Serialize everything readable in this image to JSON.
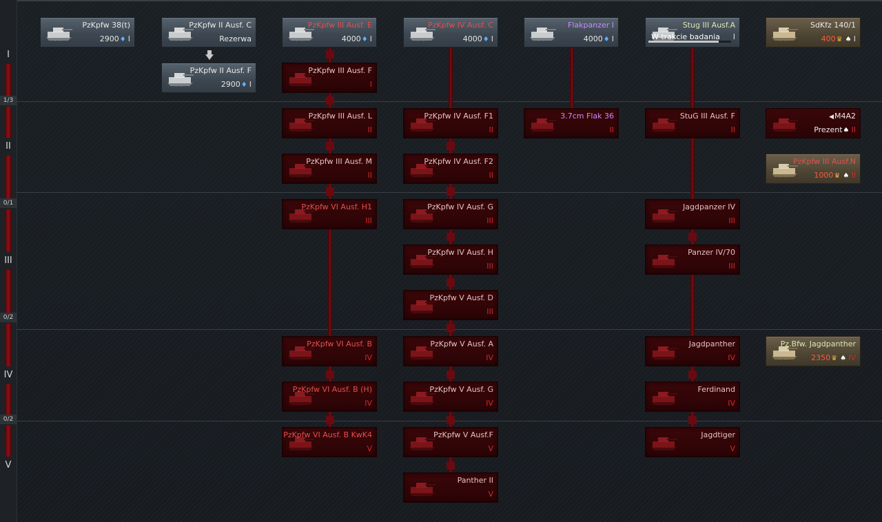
{
  "colors": {
    "researched": "#3e4852",
    "locked": "#2a0406",
    "premium": "#4d4433",
    "connector": "#7a0c12",
    "rank_red": "#d02a2a",
    "cost_red": "#ff5a3c"
  },
  "ranks": [
    {
      "label": "I",
      "count": ""
    },
    {
      "label": "II",
      "count": "1/3"
    },
    {
      "label": "III",
      "count": "0/1"
    },
    {
      "label": "IV",
      "count": "0/2"
    },
    {
      "label": "V",
      "count": "0/2"
    }
  ],
  "vehicles": [
    {
      "id": "pzkpfw38t",
      "name": "PzKpfw 38(t)",
      "cost": "2900",
      "rank": "I",
      "state": "researched",
      "currency": "blue-icon",
      "name_color": "white"
    },
    {
      "id": "pzkpfw2c",
      "name": "PzKpfw II Ausf. C",
      "sub": "Rezerwa",
      "state": "researched",
      "name_color": "white"
    },
    {
      "id": "pzkpfw2f",
      "name": "PzKpfw II Ausf. F",
      "cost": "2900",
      "rank": "I",
      "state": "researched",
      "currency": "blue-icon",
      "name_color": "white"
    },
    {
      "id": "pzkpfw3e",
      "name": "PzKpfw III Ausf. E",
      "cost": "4000",
      "rank": "I",
      "state": "researched",
      "currency": "blue-icon",
      "name_color": "red"
    },
    {
      "id": "pzkpfw4c",
      "name": "PzKpfw IV Ausf. C",
      "cost": "4000",
      "rank": "I",
      "state": "researched",
      "currency": "blue-icon",
      "name_color": "red"
    },
    {
      "id": "flakpanzer1",
      "name": "Flakpanzer I",
      "cost": "4000",
      "rank": "I",
      "state": "researched",
      "currency": "blue-icon",
      "name_color": "purple"
    },
    {
      "id": "stug3a",
      "name": "Stug III Ausf.A",
      "status": "W trakcie badania",
      "rank": "I",
      "state": "researched",
      "name_color": "green",
      "progress": 0.85
    },
    {
      "id": "sdkfz140",
      "name": "SdKfz 140/1",
      "cost": "400",
      "rank": "I",
      "state": "premium",
      "currency": "gold-icon",
      "name_color": "white",
      "cost_color": "red"
    },
    {
      "id": "pzkpfw3f",
      "name": "PzKpfw III Ausf. F",
      "rank": "I",
      "state": "locked"
    },
    {
      "id": "pzkpfw3l",
      "name": "PzKpfw III Ausf. L",
      "rank": "II",
      "state": "locked"
    },
    {
      "id": "pzkpfw4f1",
      "name": "PzKpfw IV Ausf. F1",
      "rank": "II",
      "state": "locked"
    },
    {
      "id": "flak36",
      "name": "3.7cm Flak 36",
      "rank": "II",
      "state": "locked",
      "name_color": "purple"
    },
    {
      "id": "stug3f",
      "name": "StuG III Ausf. F",
      "rank": "II",
      "state": "locked"
    },
    {
      "id": "m4a2",
      "name": "M4A2",
      "sub": "Prezent",
      "rank": "II",
      "state": "premium-locked",
      "flag": "◀"
    },
    {
      "id": "pzkpfw3m",
      "name": "PzKpfw III Ausf. M",
      "rank": "II",
      "state": "locked"
    },
    {
      "id": "pzkpfw4f2",
      "name": "PzKpfw IV Ausf. F2",
      "rank": "II",
      "state": "locked"
    },
    {
      "id": "pzkpfw3n",
      "name": "PzKpfw III Ausf.N",
      "cost": "1000",
      "rank": "II",
      "state": "premium",
      "currency": "gold-icon",
      "name_color": "red",
      "cost_color": "red"
    },
    {
      "id": "pzkpfw6h1",
      "name": "PzKpfw VI Ausf. H1",
      "rank": "III",
      "state": "locked",
      "name_color": "red"
    },
    {
      "id": "pzkpfw4g",
      "name": "PzKpfw IV Ausf. G",
      "rank": "III",
      "state": "locked"
    },
    {
      "id": "jagdpanzer4",
      "name": "Jagdpanzer IV",
      "rank": "III",
      "state": "locked"
    },
    {
      "id": "pzkpfw4h",
      "name": "PzKpfw IV Ausf. H",
      "rank": "III",
      "state": "locked"
    },
    {
      "id": "panzer470",
      "name": "Panzer IV/70",
      "rank": "III",
      "state": "locked"
    },
    {
      "id": "pzkpfw5d",
      "name": "PzKpfw V Ausf. D",
      "rank": "III",
      "state": "locked"
    },
    {
      "id": "pzkpfw6b",
      "name": "PzKpfw VI Ausf. B",
      "rank": "IV",
      "state": "locked",
      "name_color": "red"
    },
    {
      "id": "pzkpfw5a",
      "name": "PzKpfw V Ausf. A",
      "rank": "IV",
      "state": "locked"
    },
    {
      "id": "jagdpanther",
      "name": "Jagdpanther",
      "rank": "IV",
      "state": "locked"
    },
    {
      "id": "pzbfwjagdpanther",
      "name": "Pz.Bfw. Jagdpanther",
      "cost": "2350",
      "rank": "IV",
      "state": "premium",
      "currency": "gold-icon",
      "name_color": "green",
      "cost_color": "red"
    },
    {
      "id": "pzkpfw6bh",
      "name": "PzKpfw VI Ausf. B (H)",
      "rank": "IV",
      "state": "locked",
      "name_color": "red"
    },
    {
      "id": "pzkpfw5g",
      "name": "PzKpfw V Ausf. G",
      "rank": "IV",
      "state": "locked"
    },
    {
      "id": "ferdinand",
      "name": "Ferdinand",
      "rank": "IV",
      "state": "locked"
    },
    {
      "id": "pzkpfw6bkwk4",
      "name": "PzKpfw VI Ausf. B KwK4",
      "rank": "V",
      "state": "locked",
      "name_color": "red"
    },
    {
      "id": "pzkpfw5f",
      "name": "PzKpfw V Ausf.F",
      "rank": "V",
      "state": "locked"
    },
    {
      "id": "jagdtiger",
      "name": "Jagdtiger",
      "rank": "V",
      "state": "locked"
    },
    {
      "id": "panther2",
      "name": "Panther II",
      "rank": "V",
      "state": "locked"
    }
  ]
}
